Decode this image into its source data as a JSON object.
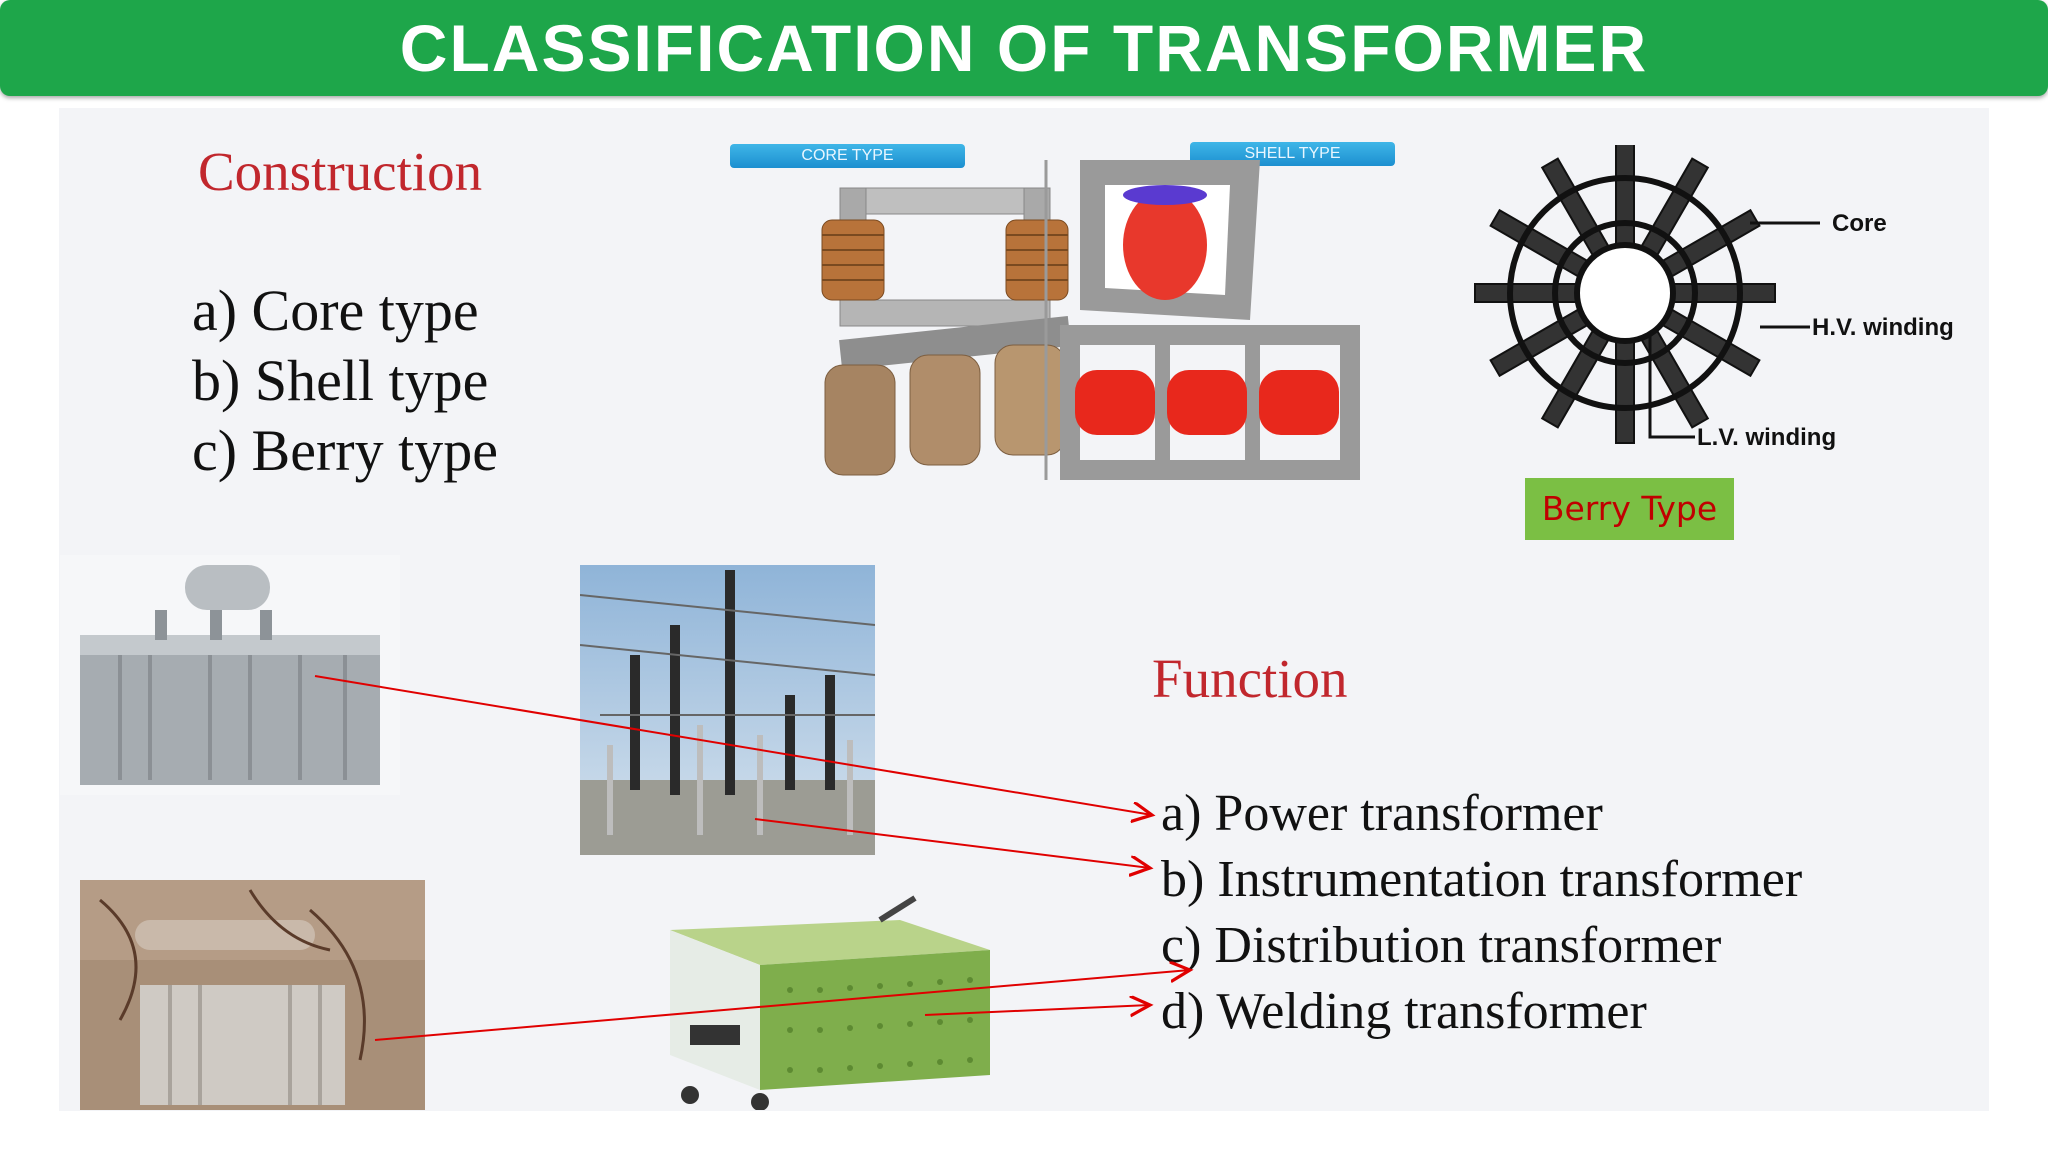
{
  "title": "CLASSIFICATION OF TRANSFORMER",
  "construction": {
    "heading": "Construction",
    "items": [
      "a) Core type",
      "b) Shell type",
      "c) Berry type"
    ]
  },
  "images": {
    "core_tag": "CORE TYPE",
    "shell_tag": "SHELL TYPE",
    "berry_labels": {
      "core": "Core",
      "hv": "H.V. winding",
      "lv": "L.V. winding"
    },
    "berry_caption": "Berry Type"
  },
  "function": {
    "heading": "Function",
    "items": [
      "a) Power transformer",
      "b) Instrumentation transformer",
      "c) Distribution transformer",
      "d) Welding transformer"
    ]
  },
  "colors": {
    "banner": "#1ea64a",
    "heading": "#c1272d",
    "arrow": "#e00000",
    "berry_caption_bg": "#7bbf44"
  }
}
